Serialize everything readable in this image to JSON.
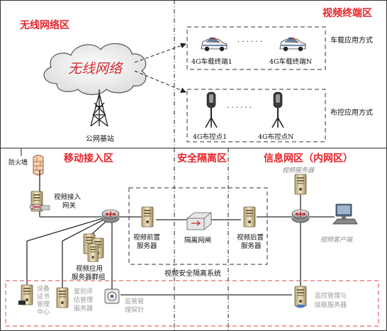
{
  "zones": {
    "wireless": "无线网络区",
    "video_terminal": "视频终端区",
    "mobile_access": "移动接入区",
    "security_isolation": "安全隔离区",
    "info_network": "信息网区（内网区）"
  },
  "cloud_label": "无线网络",
  "base_station_label": "公网基站",
  "vehicles": {
    "terminal_1": "4G车载终端1",
    "terminal_n": "4G车载终端N",
    "ellipsis": "· · · · · ·",
    "mode_label": "车载应用方式"
  },
  "cameras": {
    "point_1": "4G布控点1",
    "point_n": "4G布控点N",
    "ellipsis": "· · · · · ·",
    "mode_label": "布控应用方式"
  },
  "mobile": {
    "firewall": "防火墙",
    "gateway_line1": "视频接入",
    "gateway_line2": "网关",
    "app_cluster_line1": "视频应用",
    "app_cluster_line2": "服务器群组"
  },
  "isolation": {
    "front_server_line1": "视频前置",
    "front_server_line2": "服务器",
    "gatekeeper": "隔离网闸",
    "back_server_line1": "视频后置",
    "back_server_line2": "服务器",
    "system_label": "视频安全隔离系统"
  },
  "info": {
    "video_server": "视频服务器",
    "video_client": "视频客户端",
    "monitor_line1": "监控管理与",
    "monitor_line2": "级联服务器"
  },
  "bottom": {
    "cert_line1": "设备",
    "cert_line2": "证书",
    "cert_line3": "管理",
    "cert_line4": "中心",
    "auth_line1": "鉴别评",
    "auth_line2": "估管理",
    "auth_line3": "服务器",
    "audit_line1": "监管管",
    "audit_line2": "理探针"
  },
  "colors": {
    "zone_title": "#e8232a",
    "bottom_box": "#e26a6a",
    "network_line": "#2a2a2a"
  }
}
